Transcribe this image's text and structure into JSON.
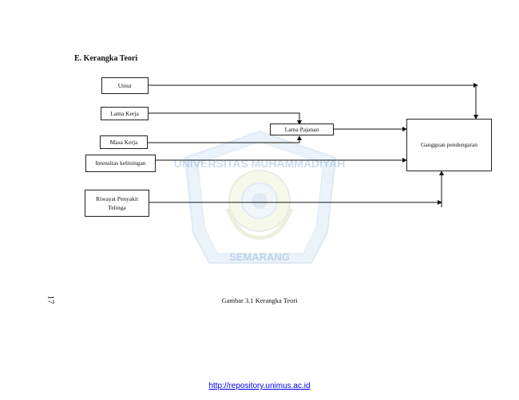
{
  "heading": "E. Kerangka Teori",
  "boxes": {
    "umur": "Umur",
    "lama_kerja": "Lama Kerja",
    "masa_kerja": "Masa Kerja",
    "intensitas": "Intensitas kebisingan",
    "riwayat": "Riwayat Penyakit Telinga",
    "lama_pajanan": "Lama Pajanan",
    "gangguan": "Gangguan pendengaran"
  },
  "caption": "Gambar 3.1 Kerangka Teori",
  "page_number": "17",
  "watermark": {
    "top_text": "UNIVERSITAS MUHAMMADIYAH",
    "bottom_text": "SEMARANG"
  },
  "footer_link": "http://repository.unimus.ac.id"
}
